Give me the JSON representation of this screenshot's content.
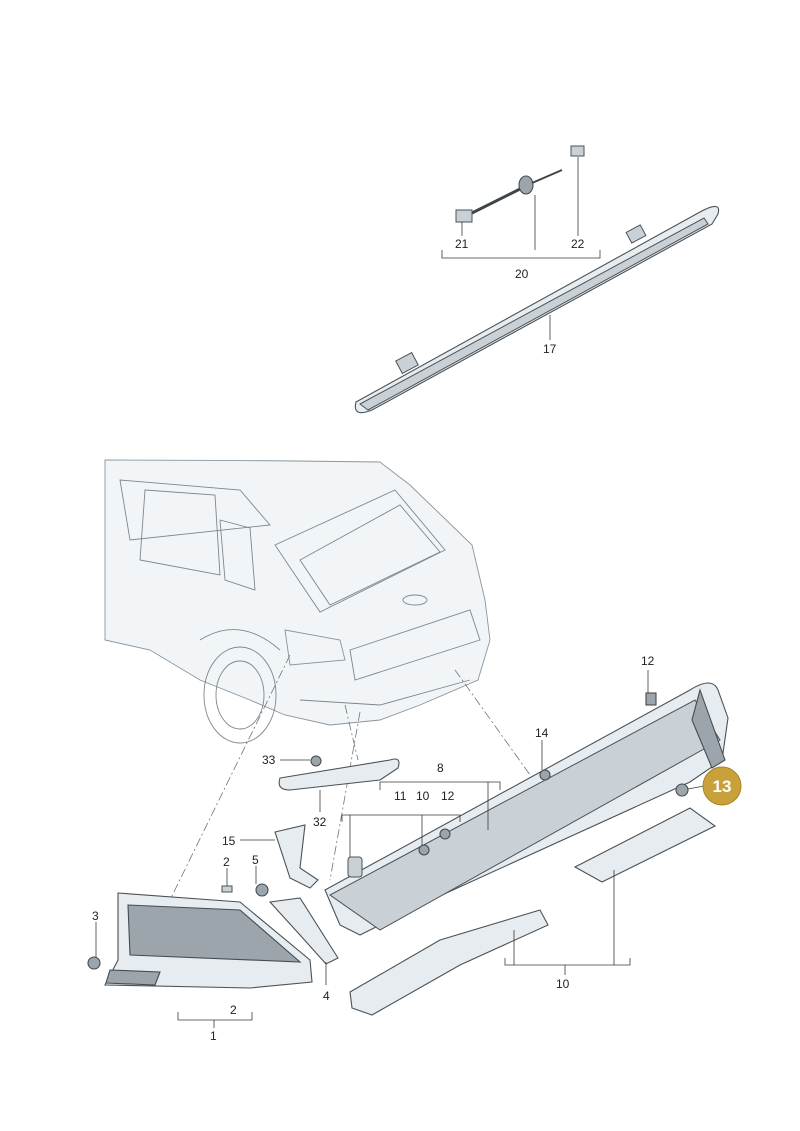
{
  "callouts": {
    "c21": "21",
    "c22": "22",
    "c20": "20",
    "c17": "17",
    "c12a": "12",
    "c14": "14",
    "c33": "33",
    "c32": "32",
    "c8": "8",
    "c11": "11",
    "c10a": "10",
    "c12b": "12",
    "c15": "15",
    "c2a": "2",
    "c5": "5",
    "c3": "3",
    "c4": "4",
    "c2b": "2",
    "c1": "1",
    "c10b": "10"
  },
  "highlight": {
    "label": "13",
    "color": "#c9a13b"
  }
}
